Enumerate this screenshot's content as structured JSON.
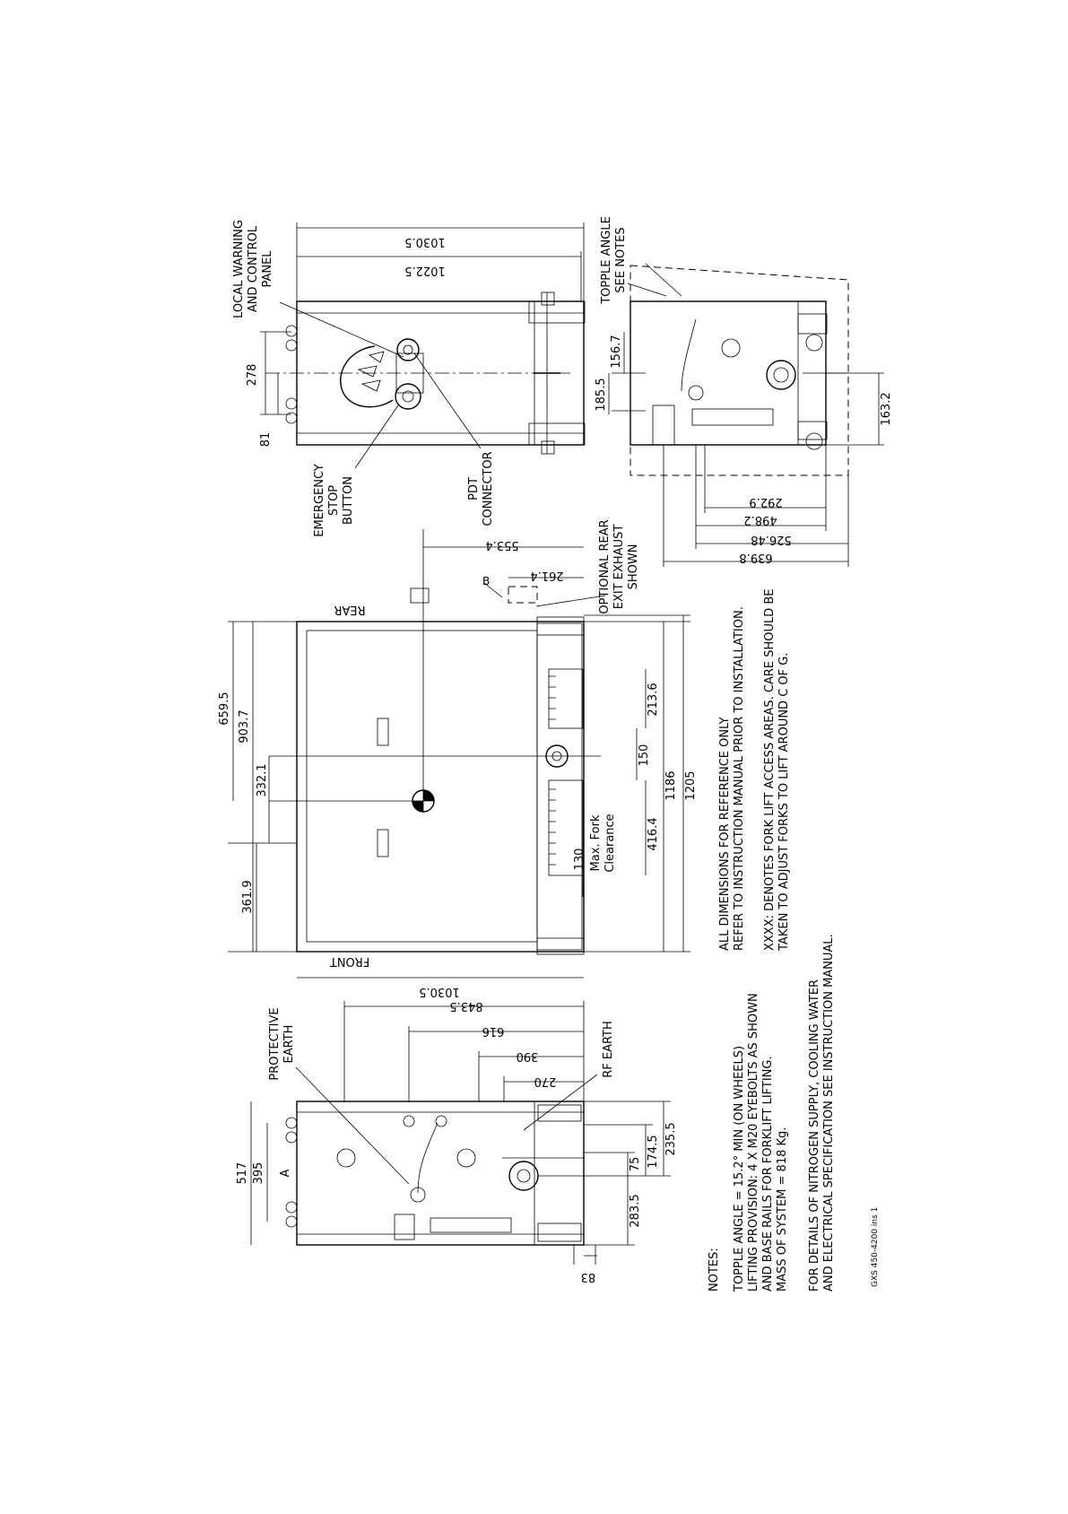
{
  "drawing_id": "GXS 450-4200 ins 1",
  "views": {
    "top_view": {
      "dims": [
        "1030.5",
        "1022.5",
        "278",
        "81",
        "156.7",
        "185.5"
      ],
      "labels": {
        "local_warning": [
          "LOCAL WARNING",
          "AND CONTROL",
          "PANEL"
        ],
        "emergency_stop": [
          "EMERGENCY",
          "STOP",
          "BUTTON"
        ],
        "pdt": [
          "PDT",
          "CONNECTOR"
        ]
      }
    },
    "rear_view": {
      "dims": [
        "163.2",
        "292.9",
        "498.2",
        "526.48",
        "639.8"
      ],
      "labels": {
        "topple": [
          "TOPPLE ANGLE",
          "SEE NOTES"
        ]
      }
    },
    "side_view": {
      "dims": [
        "659.5",
        "903.7",
        "332.1",
        "361.9",
        "553.4",
        "261.4",
        "213.6",
        "150",
        "1186",
        "1205",
        "416.4",
        "130",
        "1030.5"
      ],
      "labels": {
        "rear": "REAR",
        "front": "FRONT",
        "b": "B",
        "optional_rear": [
          "OPTIONAL REAR",
          "EXIT EXHAUST",
          "SHOWN"
        ],
        "fork": [
          "Max. Fork",
          "Clearance"
        ]
      }
    },
    "front_view": {
      "dims": [
        "517",
        "395",
        "843.5",
        "616",
        "390",
        "270",
        "235.5",
        "174.5",
        "75",
        "283.5",
        "83"
      ],
      "labels": {
        "a": "A",
        "protective_earth": [
          "PROTECTIVE",
          "EARTH"
        ],
        "rf_earth": "RF EARTH"
      }
    }
  },
  "notes": {
    "heading": "NOTES:",
    "block1": [
      "TOPPLE ANGLE = 15.2° MIN (ON WHEELS)",
      "LIFTING PROVISION: 4 X M20 EYEBOLTS AS SHOWN",
      "AND BASE RAILS FOR FORKLIFT LIFTING.",
      "MASS OF SYSTEM = 818 Kg."
    ],
    "block2": [
      "FOR DETAILS OF NITROGEN SUPPLY, COOLING WATER",
      "AND ELECTRICAL SPECIFICATION SEE INSTRUCTION MANUAL."
    ],
    "block3": [
      "ALL DIMENSIONS FOR REFERENCE ONLY",
      "REFER TO INSTRUCTION MANUAL PRIOR TO INSTALLATION."
    ],
    "block4": [
      "XXXX: DENOTES FORK LIFT ACCESS AREAS. CARE SHOULD BE",
      "TAKEN TO ADJUST FORKS TO LIFT AROUND C OF G."
    ]
  }
}
